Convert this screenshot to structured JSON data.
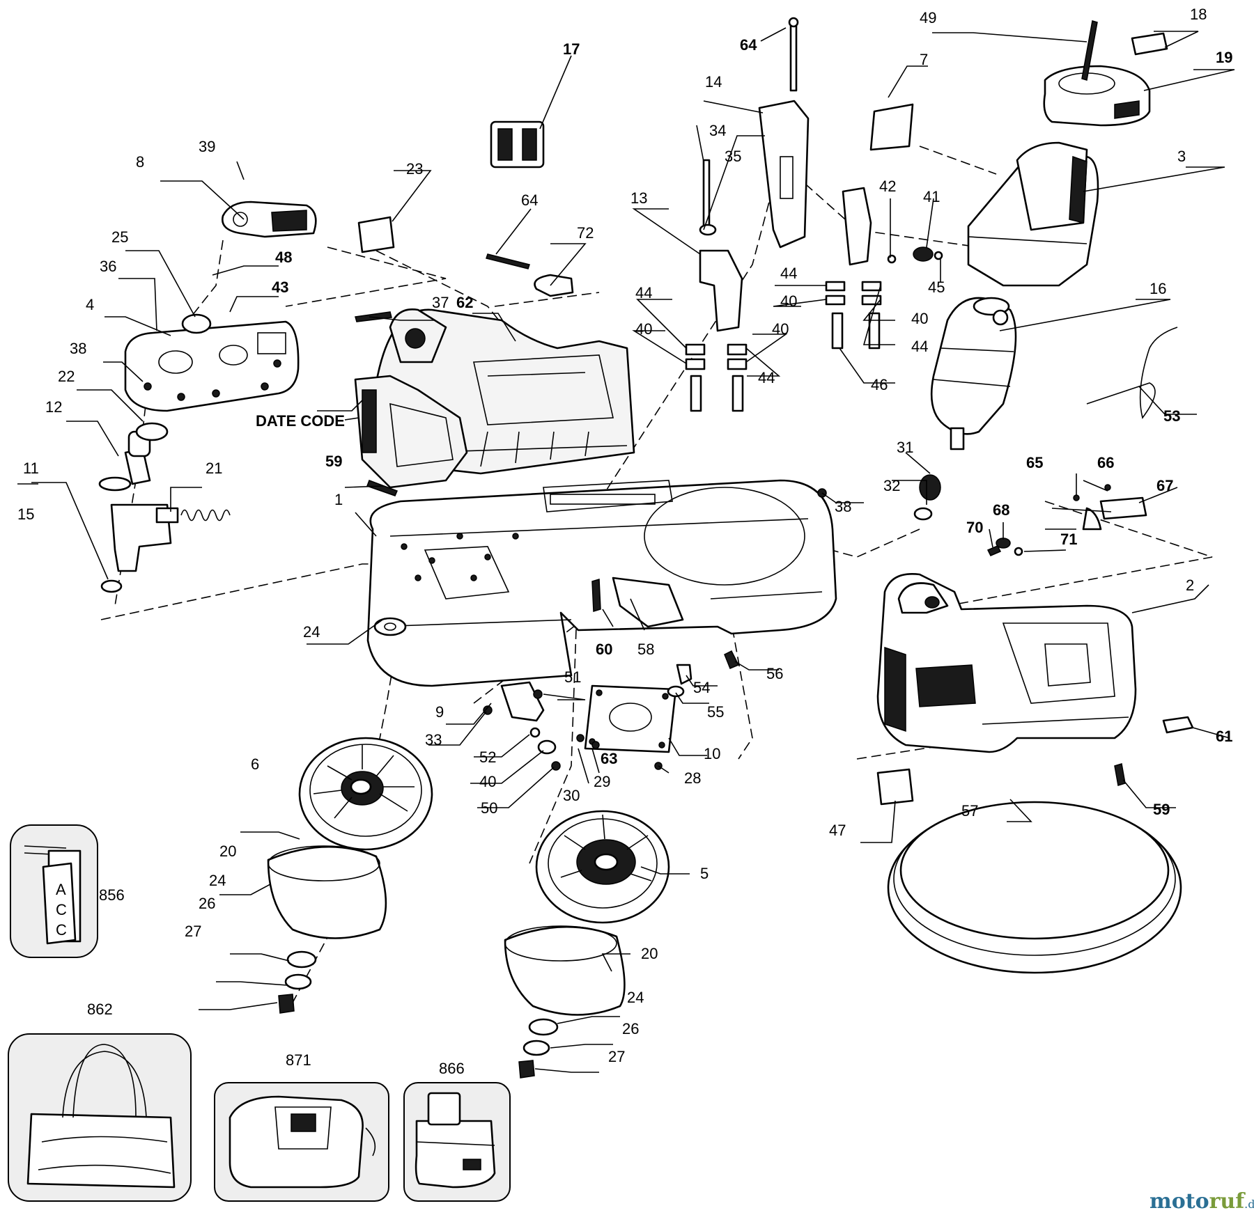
{
  "diagram": {
    "date_code_label": "DATE CODE",
    "watermark": {
      "part1": "moto",
      "part2": "ruf",
      "suffix": ".de"
    },
    "callouts": {
      "c1": "1",
      "c2": "2",
      "c3": "3",
      "c4": "4",
      "c5": "5",
      "c6": "6",
      "c7": "7",
      "c8": "8",
      "c9": "9",
      "c10": "10",
      "c11": "11",
      "c12": "12",
      "c13": "13",
      "c14": "14",
      "c15": "15",
      "c16": "16",
      "c17": "17",
      "c18": "18",
      "c19": "19",
      "c20a": "20",
      "c20b": "20",
      "c21": "21",
      "c22": "22",
      "c23": "23",
      "c24a": "24",
      "c24b": "24",
      "c24c": "24",
      "c25": "25",
      "c26a": "26",
      "c26b": "26",
      "c27a": "27",
      "c27b": "27",
      "c28": "28",
      "c29": "29",
      "c30": "30",
      "c31": "31",
      "c32": "32",
      "c33": "33",
      "c34": "34",
      "c35": "35",
      "c36": "36",
      "c37": "37",
      "c38a": "38",
      "c38b": "38",
      "c39": "39",
      "c40a": "40",
      "c40b": "40",
      "c40c": "40",
      "c40d": "40",
      "c40e": "40",
      "c41": "41",
      "c42": "42",
      "c43": "43",
      "c44a": "44",
      "c44b": "44",
      "c44c": "44",
      "c44d": "44",
      "c45": "45",
      "c46": "46",
      "c47": "47",
      "c48": "48",
      "c49": "49",
      "c50": "50",
      "c51": "51",
      "c52": "52",
      "c53": "53",
      "c54": "54",
      "c55": "55",
      "c56": "56",
      "c57": "57",
      "c58": "58",
      "c59a": "59",
      "c59b": "59",
      "c60": "60",
      "c61": "61",
      "c62": "62",
      "c63": "63",
      "c64a": "64",
      "c64b": "64",
      "c65": "65",
      "c66": "66",
      "c67": "67",
      "c68": "68",
      "c70": "70",
      "c71": "71",
      "c72": "72",
      "c856": "856",
      "c862": "862",
      "c866": "866",
      "c871": "871"
    },
    "acc_tag_letters": [
      "A",
      "C",
      "C"
    ]
  }
}
